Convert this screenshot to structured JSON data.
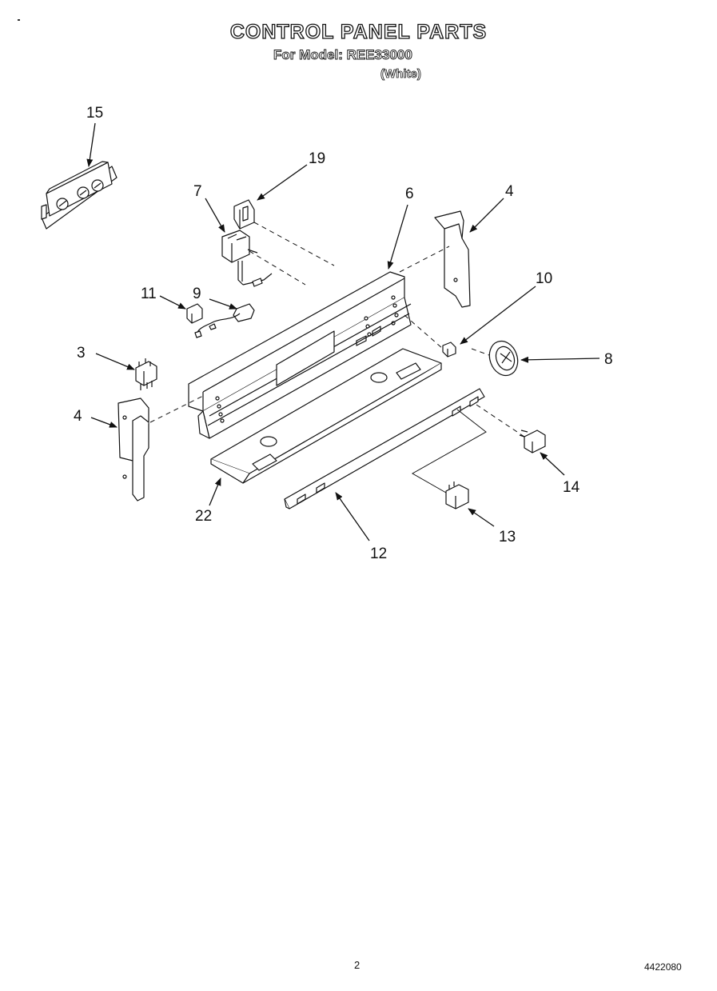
{
  "header": {
    "title": "CONTROL PANEL PARTS",
    "model": "For Model: REE33000",
    "variant": "(White)"
  },
  "callouts": {
    "c15": "15",
    "c19": "19",
    "c7": "7",
    "c6": "6",
    "c4a": "4",
    "c10": "10",
    "c11": "11",
    "c9": "9",
    "c3": "3",
    "c8": "8",
    "c4b": "4",
    "c14": "14",
    "c22": "22",
    "c13": "13",
    "c12": "12"
  },
  "footer": {
    "page": "2",
    "doc_number": "4422080"
  }
}
